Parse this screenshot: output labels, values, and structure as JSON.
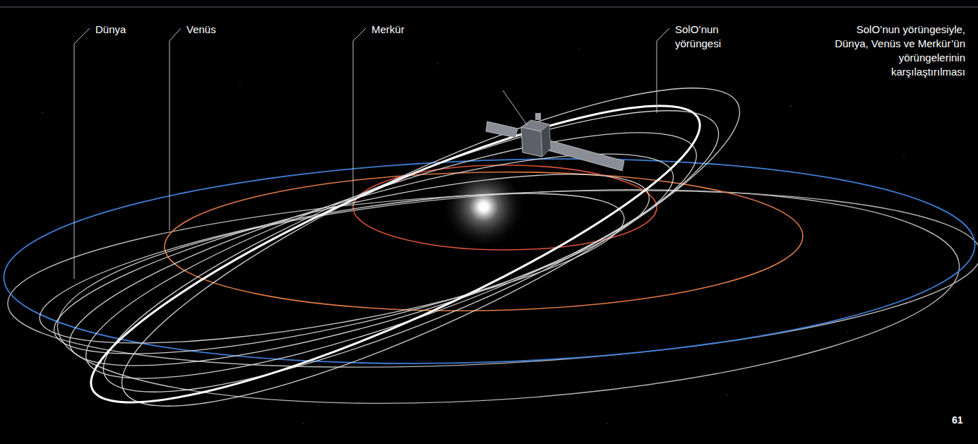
{
  "diagram": {
    "caption": "SolO’nun yörüngesiyle, Dünya, Venüs ve Merkür’ün yörüngelerinin karşılaştırılması",
    "labels": [
      "Dünya",
      "Venüs",
      "Merkür",
      "SolO’nun yörüngesi",
      "61"
    ]
  }
}
